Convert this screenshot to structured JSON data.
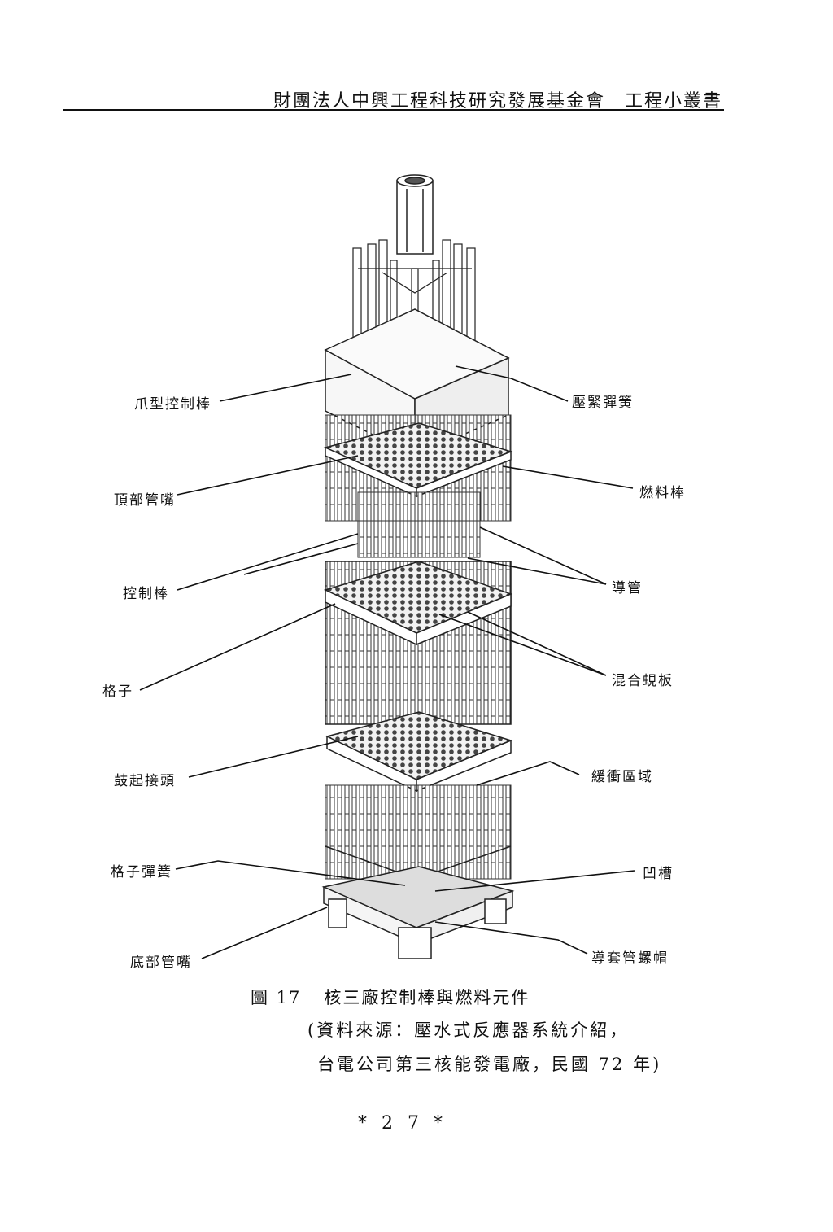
{
  "header": {
    "text": "財團法人中興工程科技研究發展基金會　工程小叢書"
  },
  "labels": {
    "claw_control_rod": "爪型控制棒",
    "top_nozzle": "頂部管嘴",
    "control_rod": "控制棒",
    "grid": "格子",
    "bulge_joint": "鼓起接頭",
    "grid_spring": "格子彈簧",
    "bottom_nozzle": "底部管嘴",
    "holddown_spring": "壓緊彈簧",
    "fuel_rod": "燃料棒",
    "guide_tube": "導管",
    "mixing_vane": "混合蜆板",
    "dashpot_region": "緩衝區域",
    "dimple": "凹槽",
    "thimble_screw": "導套管螺帽"
  },
  "caption": {
    "figure_number": "圖 17",
    "title": "核三廠控制棒與燃料元件",
    "source_line1": "(資料來源：壓水式反應器系統介紹，",
    "source_line2": "台電公司第三核能發電廠，民國 72 年)"
  },
  "page": {
    "number_text": "*27*"
  }
}
